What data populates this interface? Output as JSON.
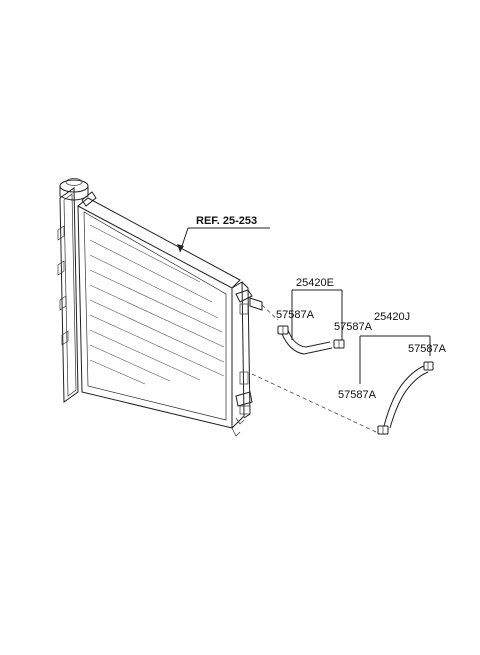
{
  "labels": {
    "ref": "REF. 25-253",
    "hose_upper": "25420E",
    "hose_lower": "25420J",
    "clamp_1": "57587A",
    "clamp_2": "57587A",
    "clamp_3": "57587A",
    "clamp_4": "57587A"
  }
}
